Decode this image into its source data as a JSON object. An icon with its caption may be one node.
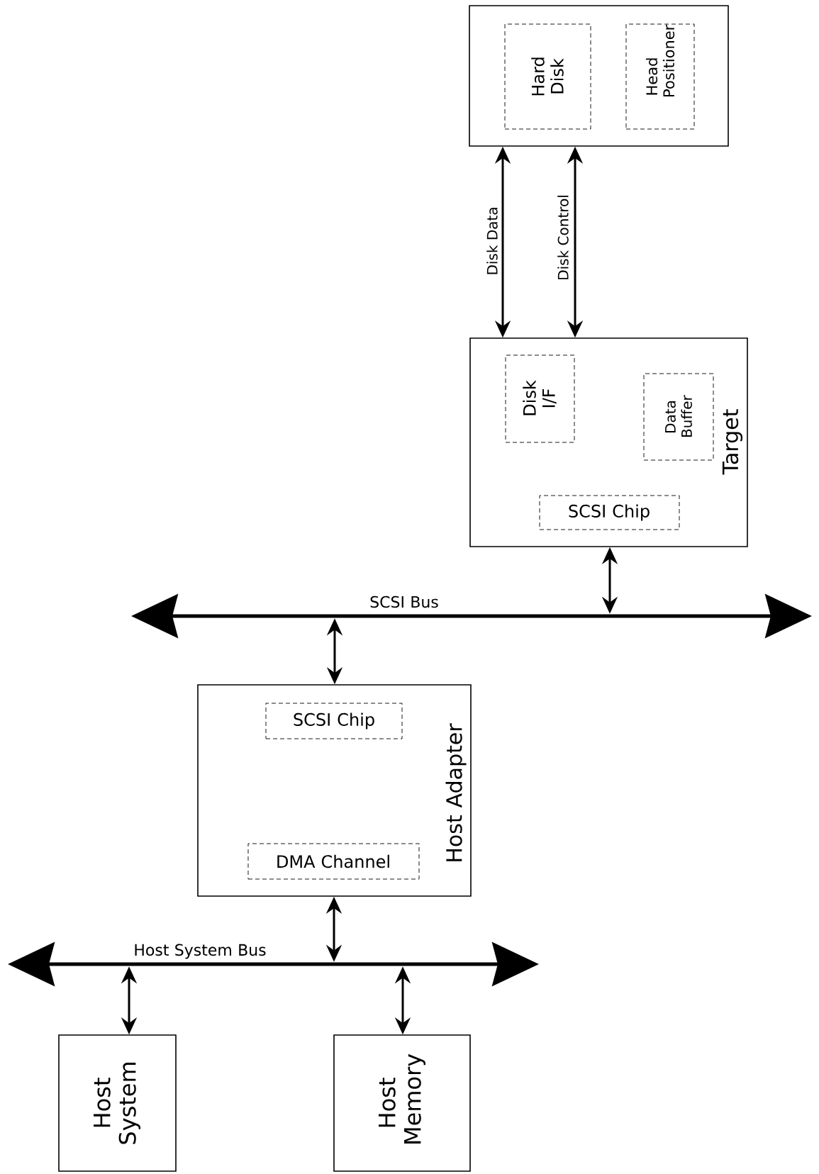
{
  "diagram": {
    "nodes": [
      {
        "text": [],
        "shape": "box"
      },
      {
        "text": [
          "Hard Disk"
        ],
        "in": 0
      },
      {
        "text": [
          "Head Positioner"
        ],
        "in": 0
      },
      {
        "text": [
          "Target"
        ]
      },
      {
        "text": [
          "Disk I/F"
        ],
        "in": 3
      },
      {
        "text": [
          "Data Buffer"
        ],
        "in": 3
      },
      {
        "text": [
          "SCSI Chip"
        ],
        "in": 3
      },
      {
        "text": [
          "SCSI Bus"
        ]
      },
      {
        "text": [
          "Host Adapter"
        ]
      },
      {
        "text": [
          "SCSI Chip"
        ],
        "in": 8
      },
      {
        "text": [
          "DMA Channel"
        ],
        "in": 8
      },
      {
        "text": [
          "Host System Bus"
        ]
      },
      {
        "text": [
          "Host System"
        ]
      },
      {
        "text": [
          "Host Memory"
        ]
      }
    ],
    "edges": [
      {
        "from": 0,
        "to": 3,
        "arrow": "both",
        "label": "Disk Data"
      },
      {
        "from": 0,
        "to": 3,
        "arrow": "both",
        "label": "Disk Control"
      },
      {
        "from": 3,
        "to": 7,
        "arrow": "both"
      },
      {
        "from": 7,
        "to": 8,
        "arrow": "both"
      },
      {
        "from": 8,
        "to": 11,
        "arrow": "both"
      },
      {
        "from": 11,
        "to": 12,
        "arrow": "both"
      },
      {
        "from": 11,
        "to": 13,
        "arrow": "both"
      }
    ]
  }
}
